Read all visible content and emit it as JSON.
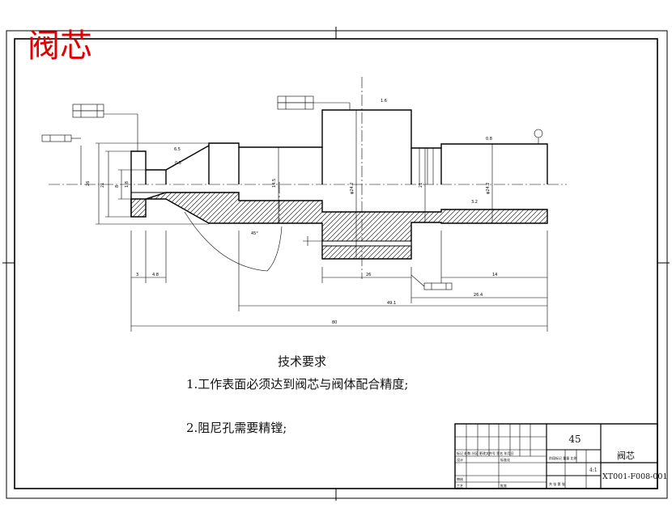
{
  "drawing": {
    "title": "阀芯",
    "notes_title": "技术要求",
    "note1": "1.工作表面必须达到阀芯与阀体配合精度;",
    "note2": "2.阻尼孔需要精镗;"
  },
  "title_block": {
    "material": "45",
    "part_name": "阀芯",
    "drawing_number": "XT001-F008-001",
    "scale": "4:1"
  }
}
